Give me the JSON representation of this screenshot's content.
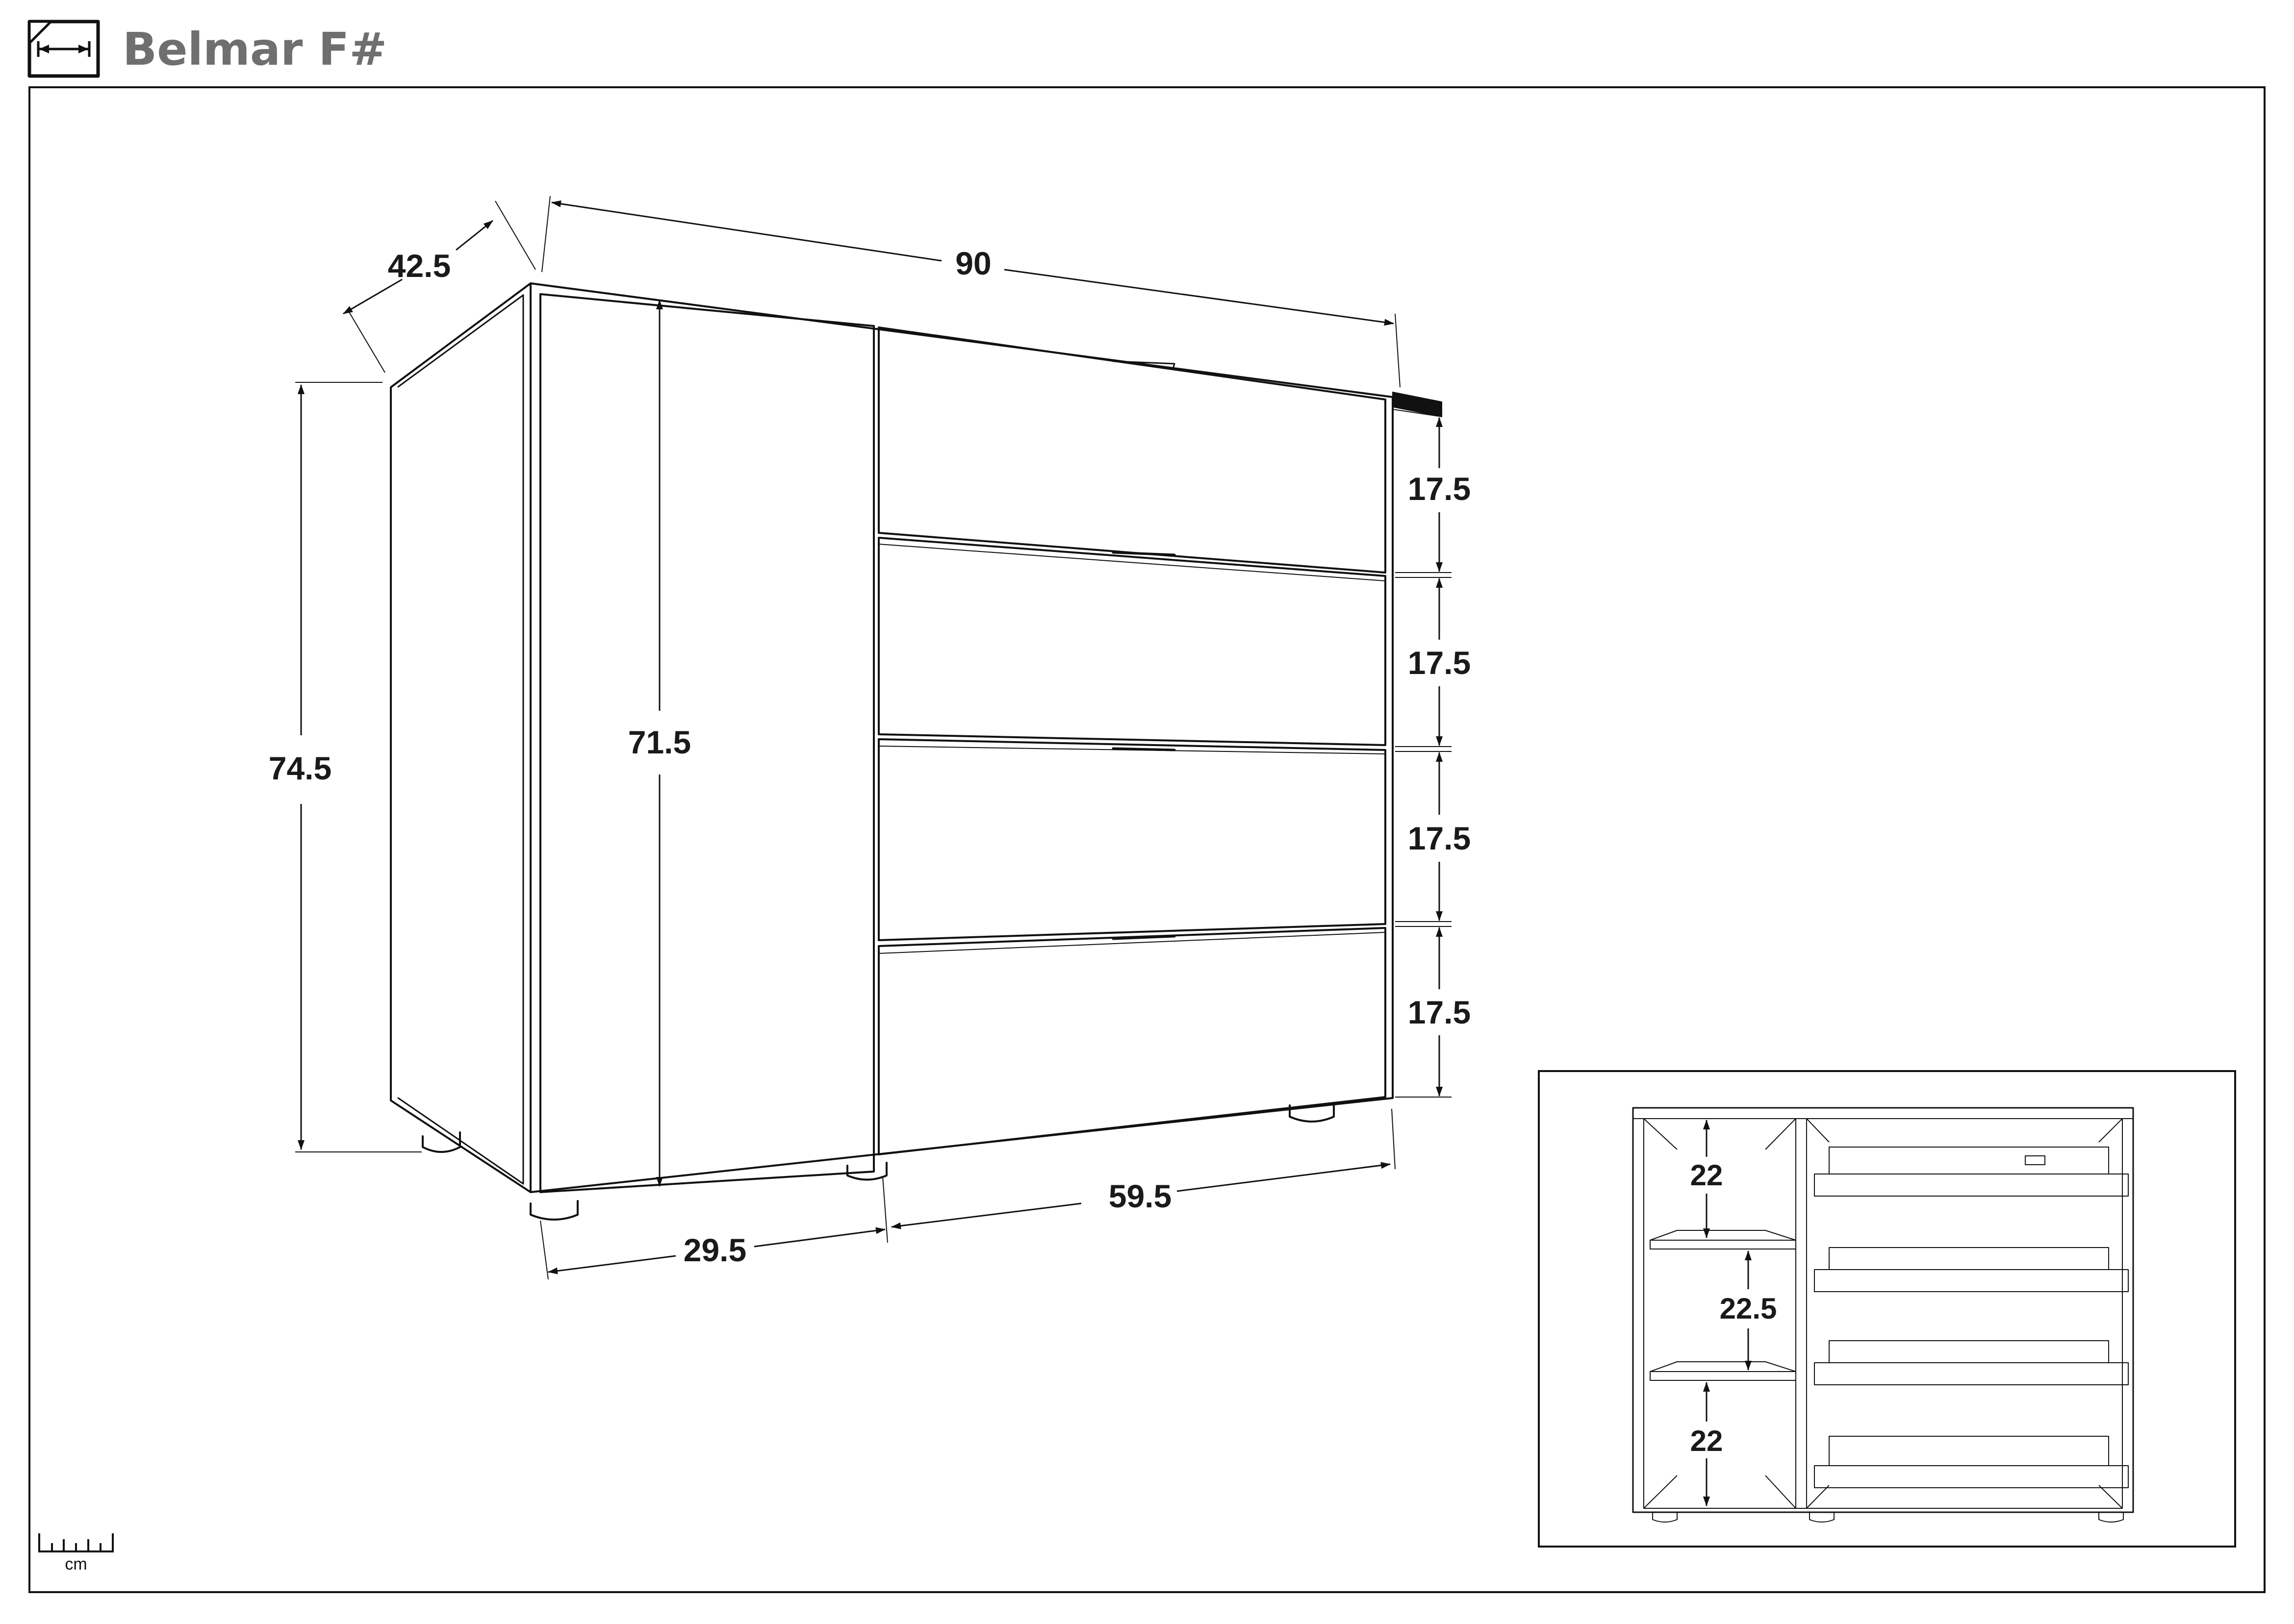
{
  "header": {
    "product_name": "Belmar F#",
    "dimension_icon": "width-arrows-icon"
  },
  "dimensions": {
    "depth": "42.5",
    "width": "90",
    "height_total": "74.5",
    "height_door": "71.5",
    "drawer_1": "17.5",
    "drawer_2": "17.5",
    "drawer_3": "17.5",
    "drawer_4": "17.5",
    "door_width": "29.5",
    "drawer_section_width": "59.5"
  },
  "inset": {
    "shelf_top": "22",
    "shelf_middle": "22.5",
    "shelf_bottom": "22"
  },
  "footer": {
    "unit_label": "cm",
    "ruler_icon": "ruler-icon"
  }
}
